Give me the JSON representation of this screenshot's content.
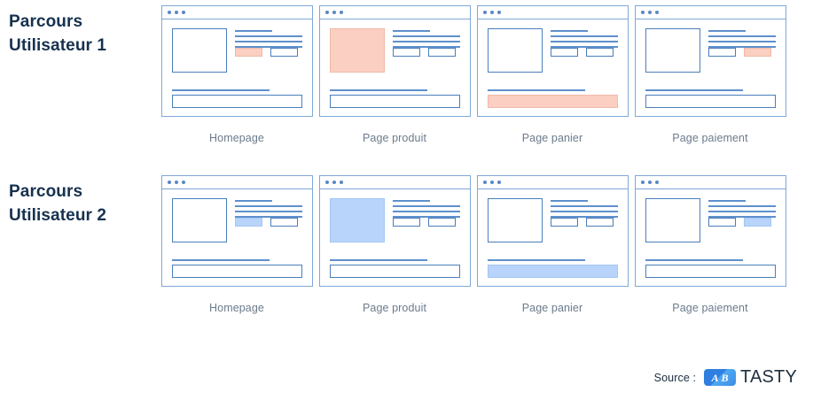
{
  "rows": [
    {
      "title_line1": "Parcours",
      "title_line2": "Utilisateur 1",
      "accent": "#fbcfc2",
      "cards": [
        {
          "label": "Homepage",
          "highlight": "button-1"
        },
        {
          "label": "Page produit",
          "highlight": "hero"
        },
        {
          "label": "Page panier",
          "highlight": "wide-bar"
        },
        {
          "label": "Page paiement",
          "highlight": "button-2"
        }
      ]
    },
    {
      "title_line1": "Parcours",
      "title_line2": "Utilisateur 2",
      "accent": "#b9d4fb",
      "cards": [
        {
          "label": "Homepage",
          "highlight": "button-1"
        },
        {
          "label": "Page produit",
          "highlight": "hero"
        },
        {
          "label": "Page panier",
          "highlight": "wide-bar"
        },
        {
          "label": "Page paiement",
          "highlight": "button-2"
        }
      ]
    }
  ],
  "source": {
    "label": "Source :",
    "logo_glyph_a": "A",
    "logo_glyph_b": "B",
    "logo_word": "TASTY"
  },
  "colors": {
    "heading": "#16314f",
    "frame": "#7fa8d6",
    "line": "#5e90cc",
    "outline": "#4a7ebb",
    "accent_pink": "#fbcfc2",
    "accent_blue": "#b9d4fb",
    "label": "#6b7b8c"
  }
}
